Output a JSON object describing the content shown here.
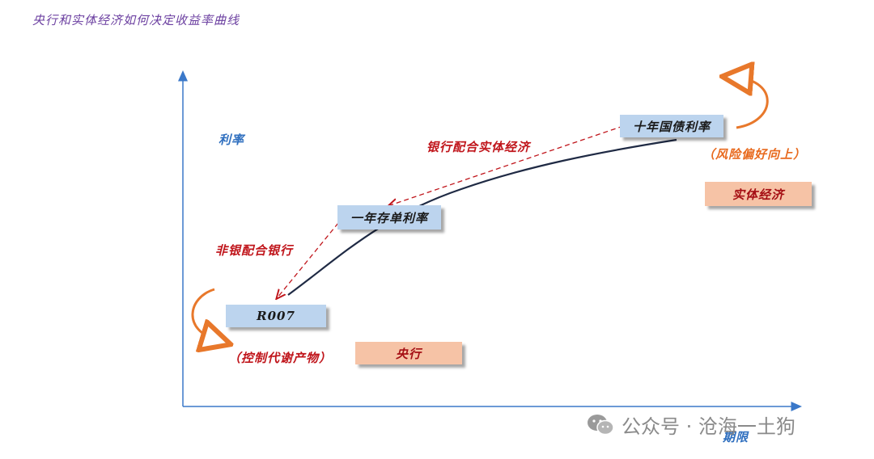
{
  "title": "央行和实体经济如何决定收益率曲线",
  "axes": {
    "y_label": "利率",
    "x_label": "期限"
  },
  "nodes": {
    "r007": "R007",
    "one_year": "一年存单利率",
    "ten_year": "十年国债利率",
    "central_bank": "央行",
    "real_economy": "实体经济"
  },
  "annotations": {
    "control_metabolism": "（控制代谢产物）",
    "risk_appetite": "（风险偏好向上）",
    "nonbank_with_banks": "非银配合银行",
    "banks_with_economy": "银行配合实体经济"
  },
  "watermark": {
    "text": "公众号 · 沧海一土狗"
  },
  "colors": {
    "title": "#6b3fa0",
    "axis": "#3a78c9",
    "curve": "#1f2a44",
    "dashed_arrow": "#c0151b",
    "cycle_arrow": "#e8782b",
    "blue_box": "#bcd4ee",
    "orange_box": "#f6c3a6"
  }
}
